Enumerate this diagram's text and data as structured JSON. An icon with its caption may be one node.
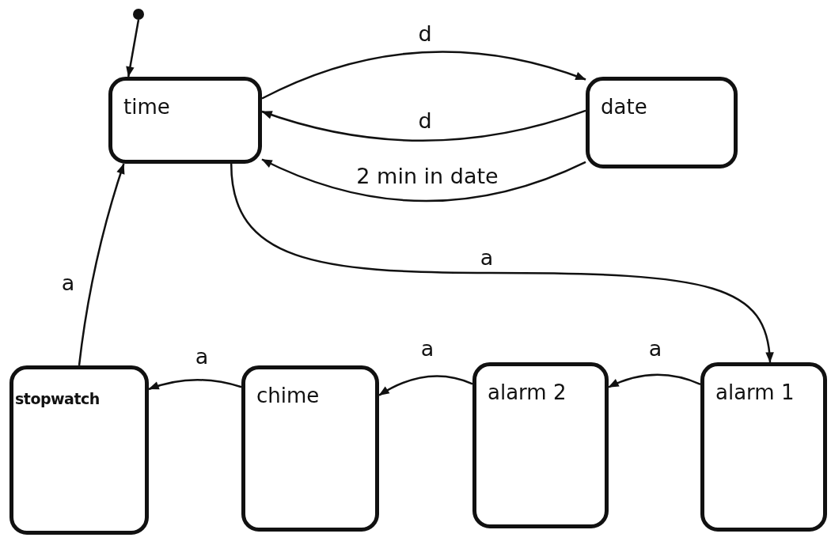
{
  "diagram": {
    "nodes": [
      {
        "text": [],
        "shape": "circle"
      },
      {
        "text": [
          "time"
        ]
      },
      {
        "text": [
          "date"
        ]
      },
      {
        "text": [
          "stopwatch"
        ]
      },
      {
        "text": [
          "chime"
        ]
      },
      {
        "text": [
          "alarm 2"
        ]
      },
      {
        "text": [
          "alarm 1"
        ]
      }
    ],
    "edges": [
      {
        "from": 0,
        "to": 1,
        "arrow": "to"
      },
      {
        "from": 1,
        "to": 2,
        "arrow": "to",
        "label": "d"
      },
      {
        "from": 2,
        "to": 1,
        "arrow": "to",
        "label": "d"
      },
      {
        "from": 2,
        "to": 1,
        "arrow": "to",
        "label": "2 min in date"
      },
      {
        "from": 1,
        "to": 6,
        "arrow": "to",
        "label": "a"
      },
      {
        "from": 6,
        "to": 5,
        "arrow": "to",
        "label": "a"
      },
      {
        "from": 5,
        "to": 4,
        "arrow": "to",
        "label": "a"
      },
      {
        "from": 4,
        "to": 3,
        "arrow": "to",
        "label": "a"
      },
      {
        "from": 3,
        "to": 1,
        "arrow": "to",
        "label": "a"
      }
    ]
  }
}
